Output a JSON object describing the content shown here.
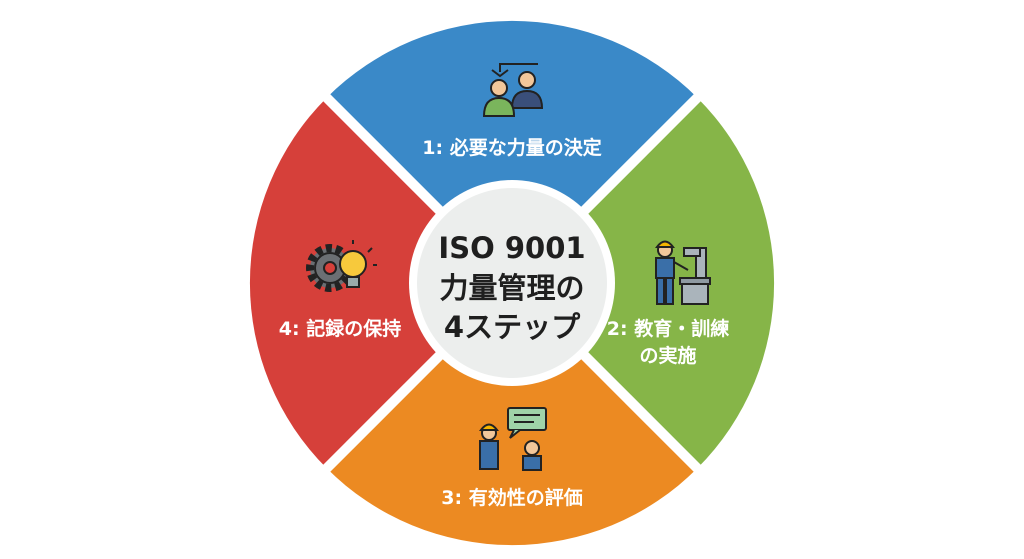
{
  "center": {
    "line1": "ISO 9001",
    "line2": "力量管理の",
    "line3": "4ステップ"
  },
  "steps": [
    {
      "label": "1: 必要な力量の決定",
      "color": "#3a89c8",
      "icon": "people-assignment-icon"
    },
    {
      "label_line1": "2: 教育・訓練",
      "label_line2": "の実施",
      "color": "#86b548",
      "icon": "worker-machine-icon"
    },
    {
      "label": "3: 有効性の評価",
      "color": "#ec8a22",
      "icon": "worker-feedback-icon"
    },
    {
      "label": "4: 記録の保持",
      "color": "#d6403a",
      "icon": "gear-lightbulb-icon"
    }
  ],
  "colors": {
    "center_fill": "#eceeed",
    "divider": "#ffffff",
    "text_dark": "#1f1f1f"
  }
}
